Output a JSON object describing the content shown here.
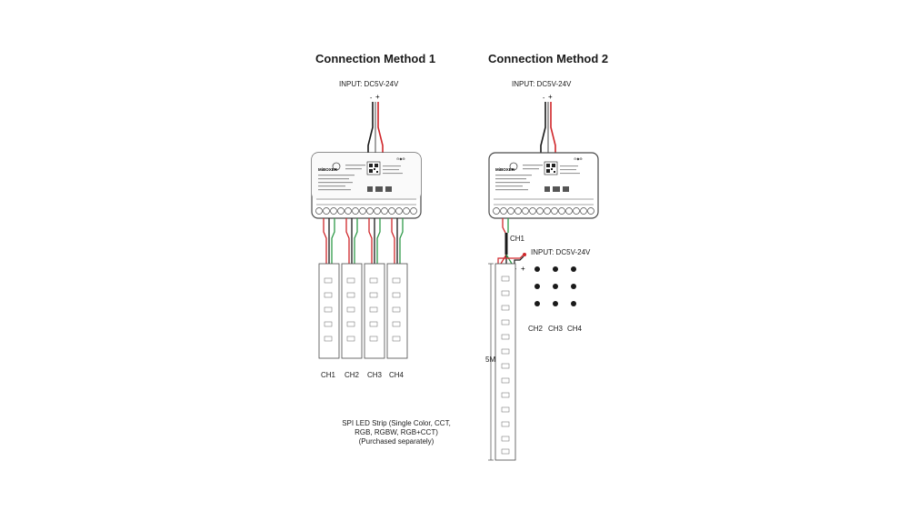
{
  "method1": {
    "title": "Connection Method 1",
    "input_label": "INPUT: DC5V-24V",
    "power_minus": "-",
    "power_plus": "+",
    "brand": "MiBOXER",
    "channels": [
      "CH1",
      "CH2",
      "CH3",
      "CH4"
    ]
  },
  "method2": {
    "title": "Connection Method 2",
    "input_label": "INPUT: DC5V-24V",
    "power_minus": "-",
    "power_plus": "+",
    "brand": "MiBOXER",
    "ch1_label": "CH1",
    "strip_input_label": "INPUT: DC5V-24V",
    "strip_minus": "-",
    "strip_plus": "+",
    "length_label": "5M",
    "channels": [
      "CH2",
      "CH3",
      "CH4"
    ]
  },
  "note": {
    "line1": "SPI LED Strip (Single Color, CCT,",
    "line2": "RGB, RGBW, RGB+CCT)",
    "line3": "(Purchased separately)"
  },
  "colors": {
    "wire_red": "#d0262a",
    "wire_black": "#1a1a1a",
    "wire_green": "#2e9a48",
    "outline": "#4a4a4a"
  }
}
